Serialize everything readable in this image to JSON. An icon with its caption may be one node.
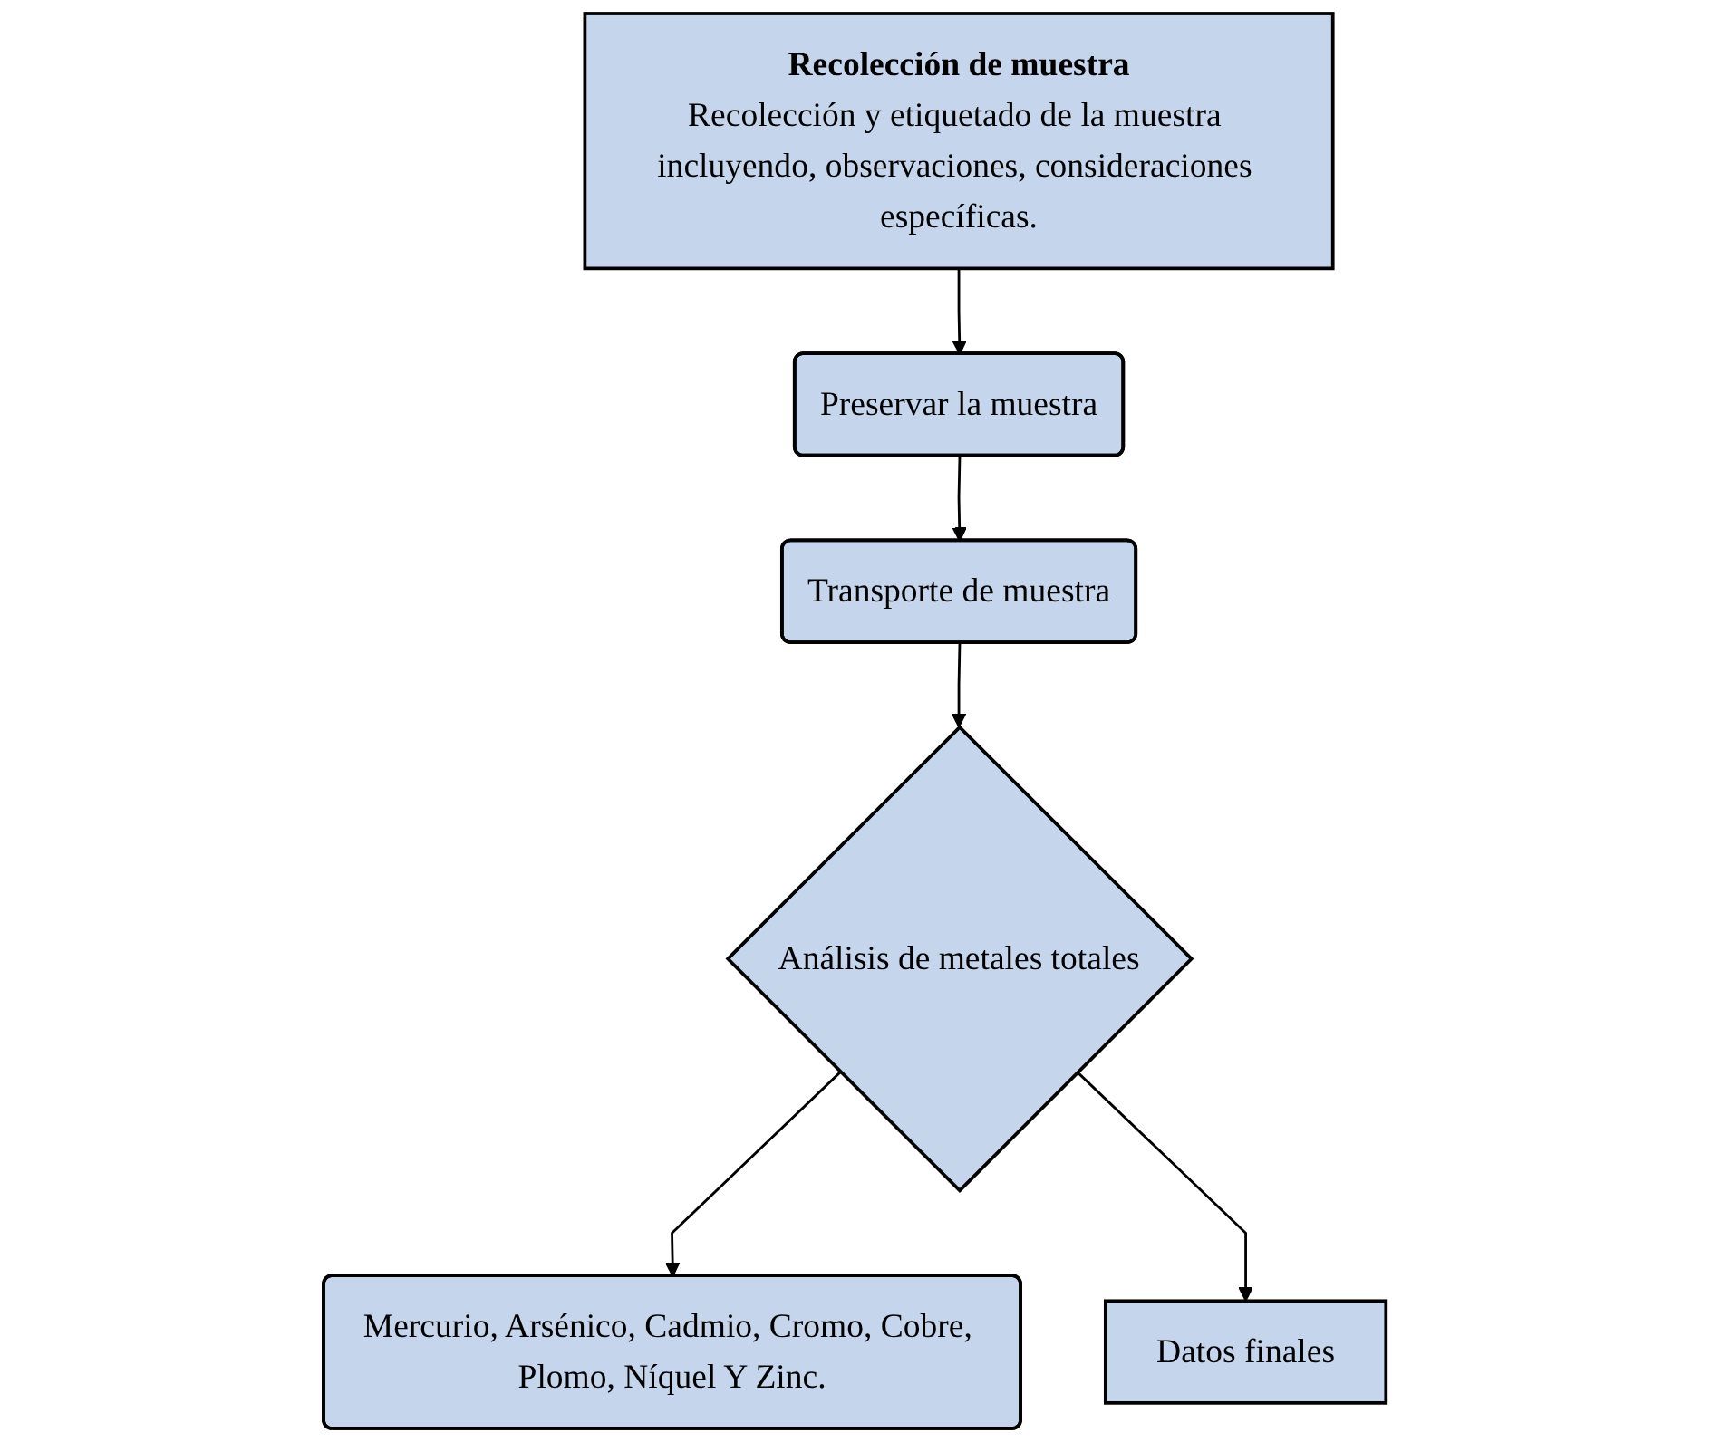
{
  "diagram": {
    "nodes": [
      {
        "text": [
          "Recolección de muestra",
          "Recolección y etiquetado de la muestra incluyendo, observaciones, consideraciones específicas."
        ]
      },
      {
        "text": [
          "Preservar la muestra"
        ]
      },
      {
        "text": [
          "Transporte de muestra"
        ]
      },
      {
        "text": [
          "Análisis de metales totales"
        ]
      },
      {
        "text": [
          "Mercurio, Arsénico, Cadmio, Cromo, Cobre, Plomo, Níquel Y Zinc."
        ]
      },
      {
        "text": [
          "Datos finales"
        ]
      }
    ],
    "edges": [
      {
        "from": 0,
        "to": 1,
        "arrow": "to"
      },
      {
        "from": 1,
        "to": 2,
        "arrow": "to"
      },
      {
        "from": 2,
        "to": 3,
        "arrow": "to"
      },
      {
        "from": 3,
        "to": 4,
        "arrow": "to"
      },
      {
        "from": 3,
        "to": 5,
        "arrow": "to"
      }
    ]
  }
}
